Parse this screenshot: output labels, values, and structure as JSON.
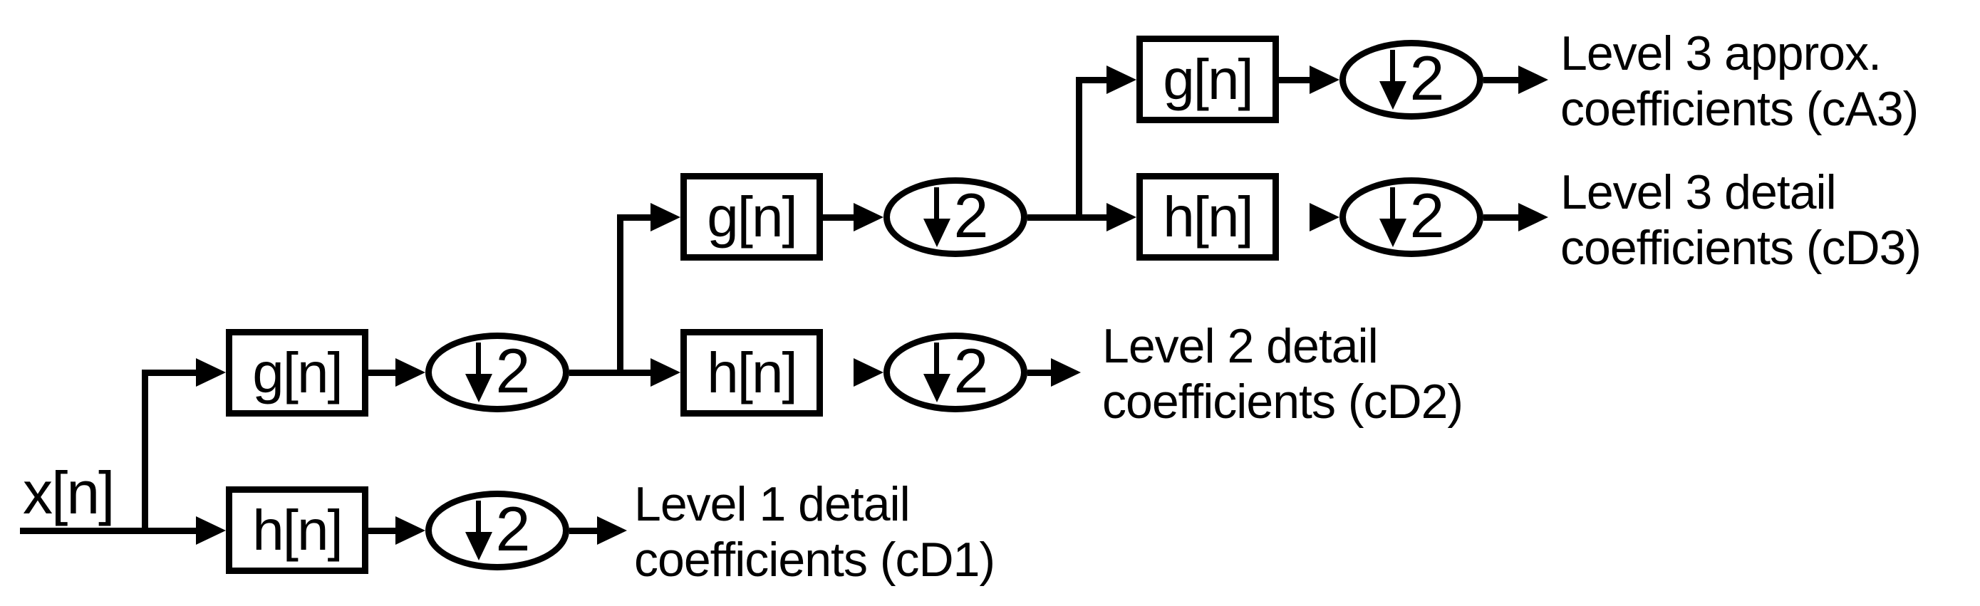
{
  "diagram": {
    "input_label": "x[n]",
    "downsample_factor": "2",
    "downsample_icon": "down-arrow-icon",
    "filters": {
      "l1g": "g[n]",
      "l1h": "h[n]",
      "l2g": "g[n]",
      "l2h": "h[n]",
      "l3g": "g[n]",
      "l3h": "h[n]"
    },
    "outputs": {
      "cA3": {
        "line1": "Level 3 approx.",
        "line2": "coefficients (cA3)"
      },
      "cD3": {
        "line1": "Level 3 detail",
        "line2": "coefficients (cD3)"
      },
      "cD2": {
        "line1": "Level 2 detail",
        "line2": "coefficients (cD2)"
      },
      "cD1": {
        "line1": "Level 1 detail",
        "line2": "coefficients (cD1)"
      }
    },
    "colors": {
      "stroke": "#000000",
      "background": "#ffffff"
    }
  }
}
